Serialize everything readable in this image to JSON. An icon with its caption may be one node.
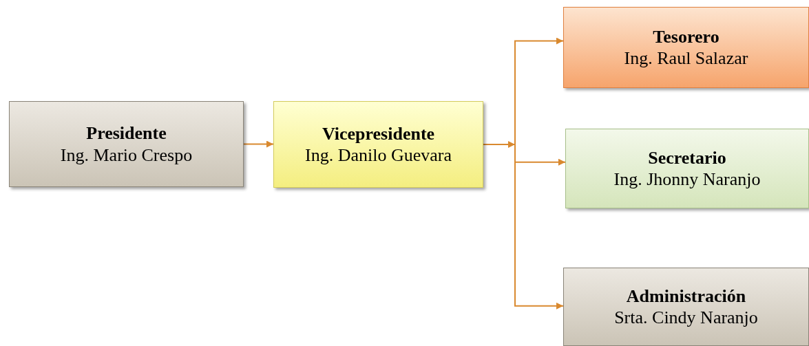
{
  "diagram": {
    "nodes": [
      {
        "text": [
          "Presidente",
          "Ing. Mario Crespo"
        ]
      },
      {
        "text": [
          "Vicepresidente",
          "Ing. Danilo Guevara"
        ]
      },
      {
        "text": [
          "Tesorero",
          "Ing. Raul Salazar"
        ]
      },
      {
        "text": [
          "Secretario",
          "Ing. Jhonny Naranjo"
        ]
      },
      {
        "text": [
          "Administración",
          "Srta. Cindy Naranjo"
        ]
      }
    ],
    "edges": [
      {
        "from": 0,
        "to": 1,
        "arrow": "to"
      },
      {
        "from": 1,
        "to": 2,
        "arrow": "to"
      },
      {
        "from": 1,
        "to": 3,
        "arrow": "to"
      },
      {
        "from": 1,
        "to": 4,
        "arrow": "to"
      }
    ]
  }
}
